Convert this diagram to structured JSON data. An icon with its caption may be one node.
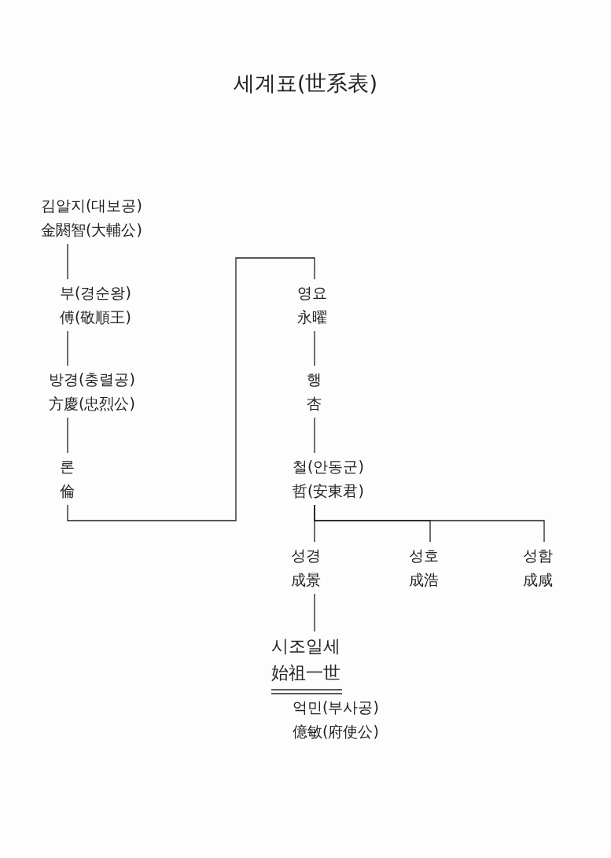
{
  "diagram": {
    "title": "세계표(世系表)",
    "nodes": [
      {
        "text": [
          "김알지(대보공)",
          "金閼智(大輔公)"
        ]
      },
      {
        "text": [
          "부(경순왕)",
          "傅(敬順王)"
        ]
      },
      {
        "text": [
          "방경(충렬공)",
          "方慶(忠烈公)"
        ]
      },
      {
        "text": [
          "론",
          "倫"
        ]
      },
      {
        "text": [
          "영요",
          "永曜"
        ]
      },
      {
        "text": [
          "행",
          "杏"
        ]
      },
      {
        "text": [
          "철(안동군)",
          "哲(安東君)"
        ]
      },
      {
        "text": [
          "성경",
          "成景"
        ]
      },
      {
        "text": [
          "성호",
          "成浩"
        ]
      },
      {
        "text": [
          "성함",
          "成咸"
        ]
      },
      {
        "text": [
          "시조일세",
          "始祖一世"
        ]
      },
      {
        "text": [
          "억민(부사공)",
          "億敏(府使公)"
        ]
      }
    ],
    "edges": [
      {
        "from": 0,
        "to": 1,
        "arrow": "none"
      },
      {
        "from": 1,
        "to": 2,
        "arrow": "none"
      },
      {
        "from": 2,
        "to": 3,
        "arrow": "none"
      },
      {
        "from": 3,
        "to": 4,
        "arrow": "none"
      },
      {
        "from": 4,
        "to": 5,
        "arrow": "none"
      },
      {
        "from": 5,
        "to": 6,
        "arrow": "none"
      },
      {
        "from": 6,
        "to": 7,
        "arrow": "none"
      },
      {
        "from": 6,
        "to": 8,
        "arrow": "none"
      },
      {
        "from": 6,
        "to": 9,
        "arrow": "none"
      },
      {
        "from": 7,
        "to": 10,
        "arrow": "none"
      }
    ]
  }
}
